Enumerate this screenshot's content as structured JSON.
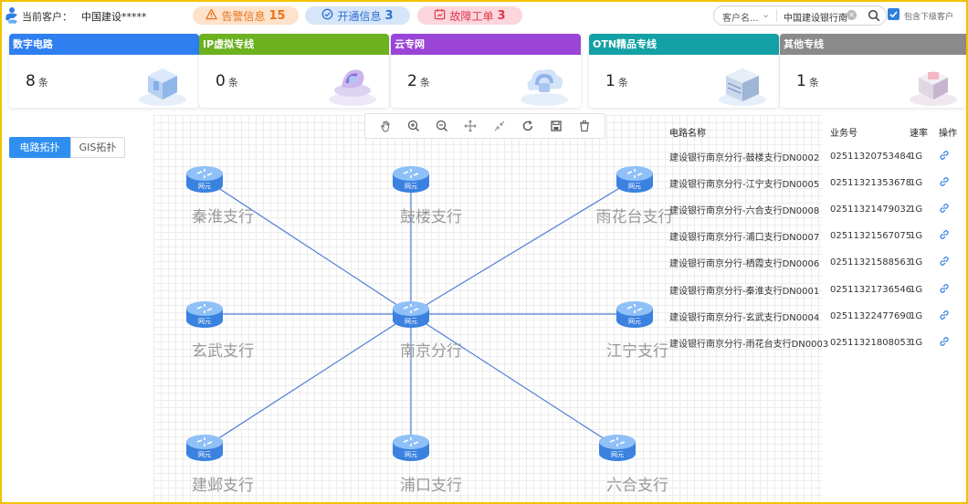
{
  "header": {
    "customer_label": "当前客户：",
    "customer_name": "中国建设*****",
    "alerts": [
      {
        "label": "告警信息",
        "count": "15",
        "color": "#e8751a"
      },
      {
        "label": "开通信息",
        "count": "3",
        "color": "#2f6fd1"
      },
      {
        "label": "故障工单",
        "count": "3",
        "color": "#e03a4e"
      }
    ],
    "search": {
      "type_value": "客户名...",
      "customer_value": "中国建设银行南|",
      "include_sub_label": "包含下级客户",
      "include_sub_checked": true
    }
  },
  "cards": [
    {
      "title": "数字电路",
      "count": "8",
      "unit": "条",
      "color": "#2f7ff0"
    },
    {
      "title": "IP虚拟专线",
      "count": "0",
      "unit": "条",
      "color": "#6cb11f"
    },
    {
      "title": "云专网",
      "count": "2",
      "unit": "条",
      "color": "#9a45d8"
    },
    {
      "title": "OTN精品专线",
      "count": "1",
      "unit": "条",
      "color": "#14a1a6"
    },
    {
      "title": "其他专线",
      "count": "1",
      "unit": "条",
      "color": "#8a8a8a"
    }
  ],
  "tabs": [
    {
      "label": "电路拓扑",
      "active": true
    },
    {
      "label": "GIS拓扑",
      "active": false
    }
  ],
  "toolbar": {
    "tools": [
      "pan-icon",
      "zoom-in-icon",
      "zoom-out-icon",
      "fit-icon",
      "collapse-icon",
      "refresh-icon",
      "save-icon",
      "delete-icon"
    ]
  },
  "topology": {
    "router_badge": "网元",
    "center": {
      "name": "南京分行"
    },
    "branches": [
      {
        "name": "秦淮支行"
      },
      {
        "name": "鼓楼支行"
      },
      {
        "name": "雨花台支行"
      },
      {
        "name": "玄武支行"
      },
      {
        "name": "江宁支行"
      },
      {
        "name": "建邺支行"
      },
      {
        "name": "浦口支行"
      },
      {
        "name": "六合支行"
      }
    ]
  },
  "table": {
    "headers": [
      "电路名称",
      "业务号",
      "速率",
      "操作"
    ],
    "rows": [
      {
        "name": "建设银行南京分行-鼓楼支行DN0002",
        "number": "02511320753484",
        "rate": "1G"
      },
      {
        "name": "建设银行南京分行-江宁支行DN0005",
        "number": "02511321353678",
        "rate": "1G"
      },
      {
        "name": "建设银行南京分行-六合支行DN0008",
        "number": "02511321479032",
        "rate": "1G"
      },
      {
        "name": "建设银行南京分行-浦口支行DN0007",
        "number": "02511321567075",
        "rate": "1G"
      },
      {
        "name": "建设银行南京分行-栖霞支行DN0006",
        "number": "02511321588563",
        "rate": "1G"
      },
      {
        "name": "建设银行南京分行-秦淮支行DN0001",
        "number": "02511321736546",
        "rate": "1G"
      },
      {
        "name": "建设银行南京分行-玄武支行DN0004",
        "number": "02511322477690",
        "rate": "1G"
      },
      {
        "name": "建设银行南京分行-雨花台支行DN0003",
        "number": "02511321808053",
        "rate": "1G"
      }
    ]
  }
}
